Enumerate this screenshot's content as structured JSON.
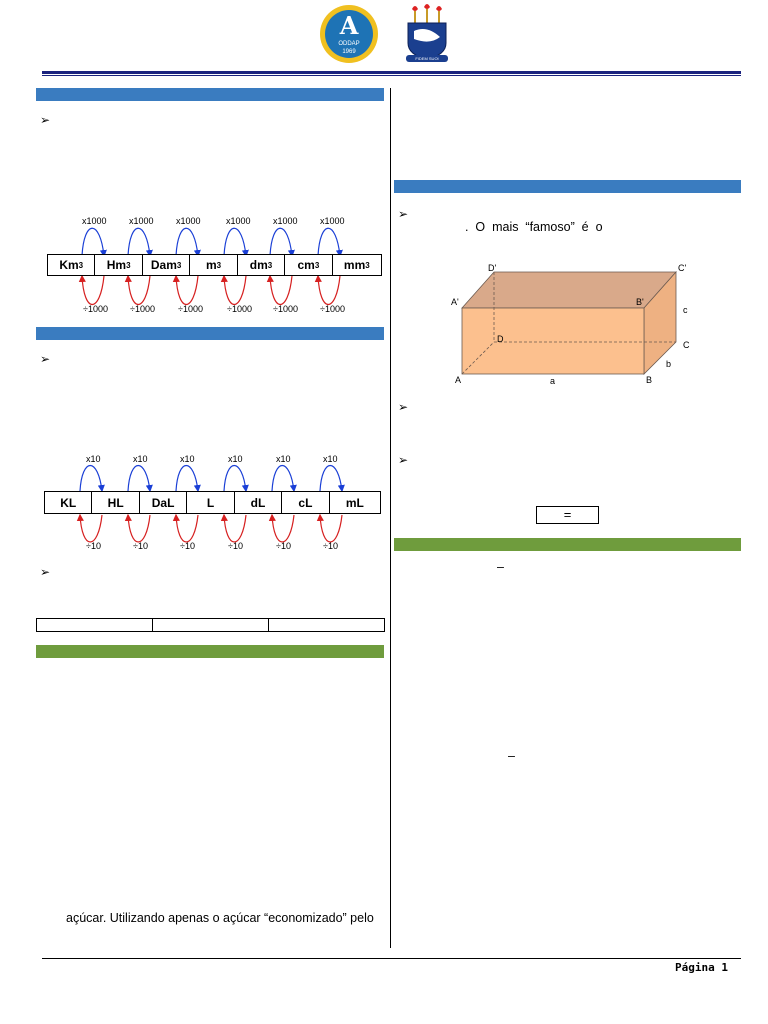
{
  "header": {
    "logo_left_letter": "A",
    "logo_left_text": "ODDAP",
    "logo_left_year": "1969",
    "logo_right_ribbon": "FIDEM SUOI"
  },
  "volume_units": {
    "units": [
      {
        "base": "Km",
        "exp": "3"
      },
      {
        "base": "Hm",
        "exp": "3"
      },
      {
        "base": "Dam",
        "exp": "3"
      },
      {
        "base": "m",
        "exp": "3"
      },
      {
        "base": "dm",
        "exp": "3"
      },
      {
        "base": "cm",
        "exp": "3"
      },
      {
        "base": "mm",
        "exp": "3"
      }
    ],
    "mult_label": "x1000",
    "div_label": "÷1000"
  },
  "capacity_units": {
    "units": [
      "KL",
      "HL",
      "DaL",
      "L",
      "dL",
      "cL",
      "mL"
    ],
    "mult_label": "x10",
    "div_label": "÷10"
  },
  "right_col": {
    "famoso_line": ".  O  mais  “famoso”  é  o",
    "equals": "=",
    "dash1": "–",
    "dash2": "–"
  },
  "box_labels": {
    "A": "A",
    "B": "B",
    "C": "C",
    "D": "D",
    "A1": "A'",
    "B1": "B'",
    "C1": "C'",
    "D1": "D'",
    "a": "a",
    "b": "b",
    "c": "c"
  },
  "left_bottom_text": "açúcar. Utilizando apenas o açúcar “economizado” pelo",
  "footer": {
    "page": "Página 1"
  },
  "colors": {
    "blue_bar": "#3a7cc0",
    "green_bar": "#6f9c3d",
    "header_rule": "#1a237e"
  }
}
